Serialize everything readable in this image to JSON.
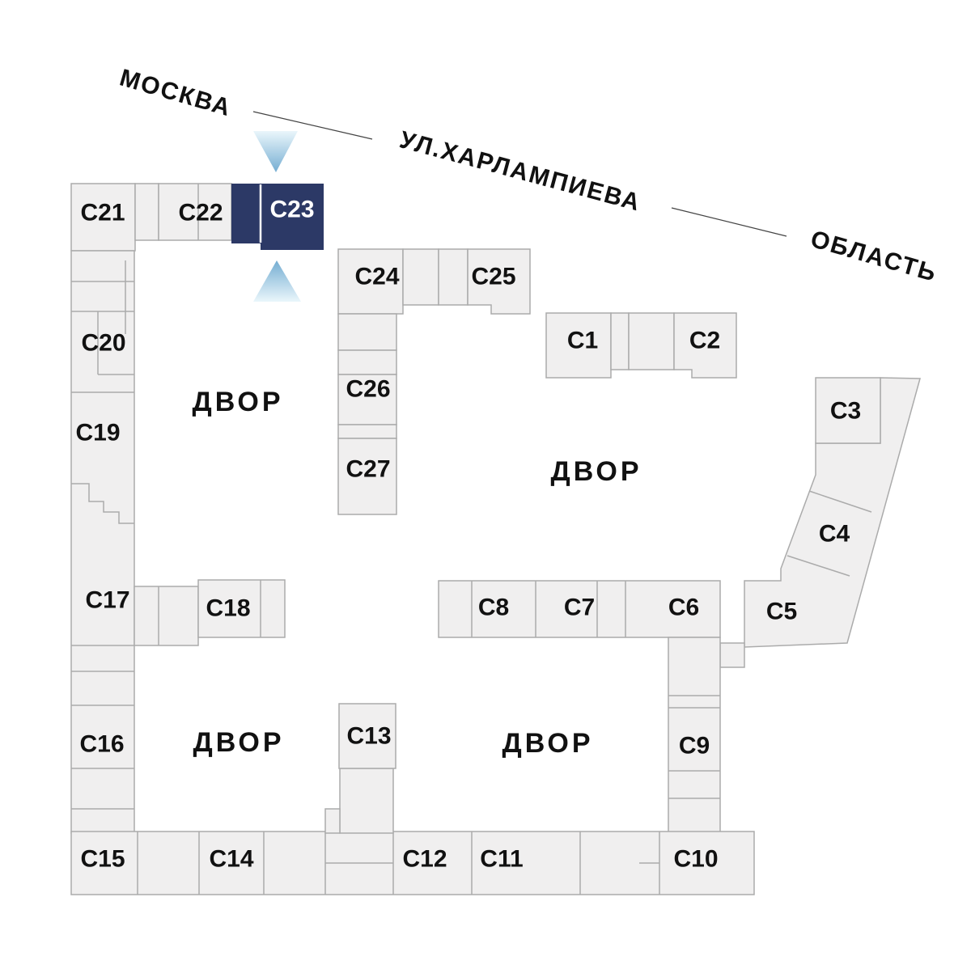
{
  "street": {
    "name": "УЛ.ХАРЛАМПИЕВА"
  },
  "directions": {
    "left": "МОСКВА",
    "right": "ОБЛАСТЬ"
  },
  "courtyard_label": "ДВОР",
  "selected_building": "С23",
  "colors": {
    "building_fill": "#f0efef",
    "building_stroke": "#ababab",
    "selected_fill": "#2c3966",
    "selected_text": "#ffffff",
    "label_text": "#111111",
    "arrow_blue": "#74add2",
    "arrow_light": "#eaf6fb"
  },
  "buildings": [
    {
      "label": "С1"
    },
    {
      "label": "С2"
    },
    {
      "label": "С3"
    },
    {
      "label": "С4"
    },
    {
      "label": "С5"
    },
    {
      "label": "С6"
    },
    {
      "label": "С7"
    },
    {
      "label": "С8"
    },
    {
      "label": "С9"
    },
    {
      "label": "С10"
    },
    {
      "label": "С11"
    },
    {
      "label": "С12"
    },
    {
      "label": "С13"
    },
    {
      "label": "С14"
    },
    {
      "label": "С15"
    },
    {
      "label": "С16"
    },
    {
      "label": "С17"
    },
    {
      "label": "С18"
    },
    {
      "label": "С19"
    },
    {
      "label": "С20"
    },
    {
      "label": "С21"
    },
    {
      "label": "С22"
    },
    {
      "label": "С23"
    },
    {
      "label": "С24"
    },
    {
      "label": "С25"
    },
    {
      "label": "С26"
    },
    {
      "label": "С27"
    }
  ]
}
